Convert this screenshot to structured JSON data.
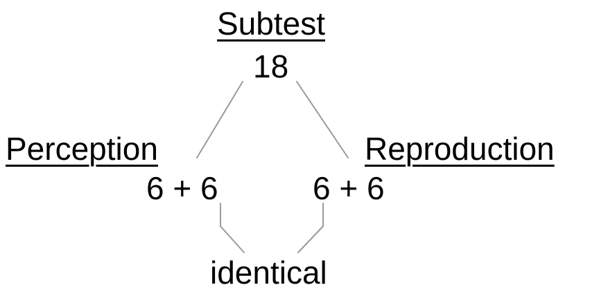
{
  "root": {
    "title": "Subtest",
    "value": "18"
  },
  "branches": [
    {
      "title": "Perception",
      "value": "6 + 6"
    },
    {
      "title": "Reproduction",
      "value": "6 + 6"
    }
  ],
  "relation": {
    "label": "identical"
  },
  "colors": {
    "text": "#000000",
    "connector": "#9a9a9a",
    "background": "#ffffff"
  }
}
